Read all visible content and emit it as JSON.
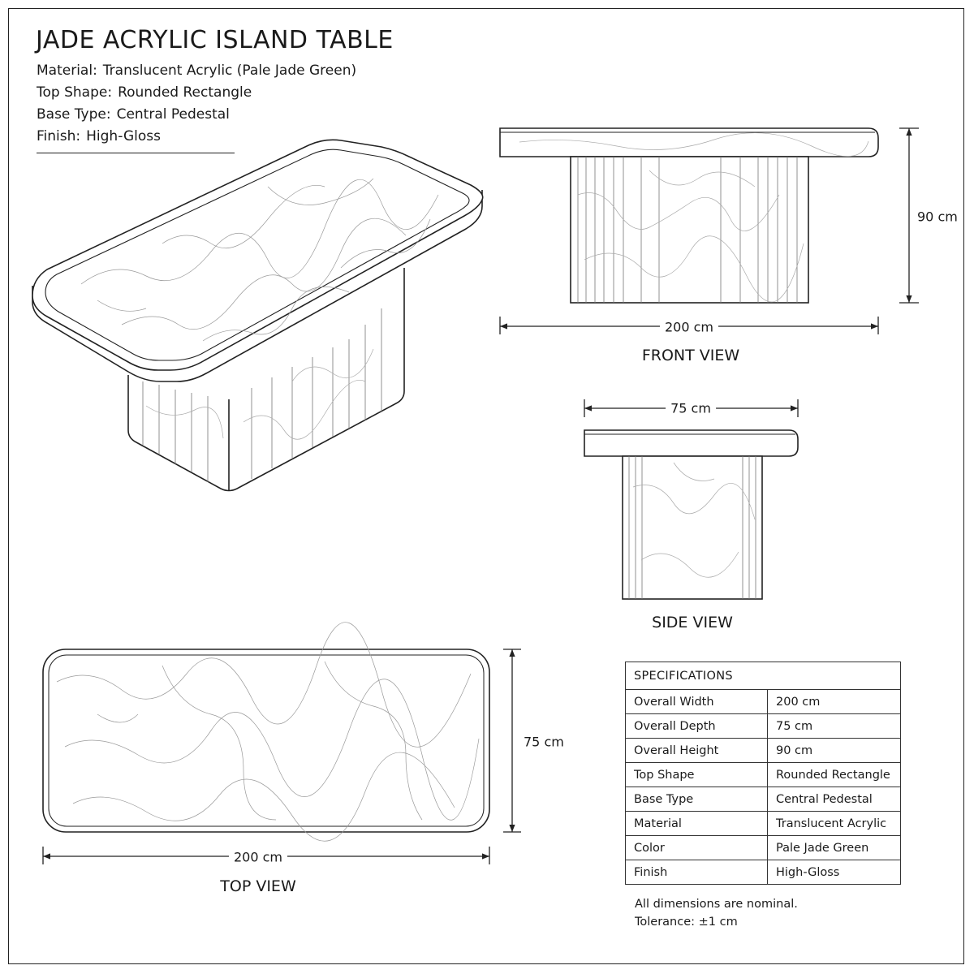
{
  "title": "JADE ACRYLIC ISLAND TABLE",
  "attributes": [
    {
      "key": "Material:",
      "value": "Translucent Acrylic (Pale Jade Green)"
    },
    {
      "key": "Top Shape:",
      "value": "Rounded Rectangle"
    },
    {
      "key": "Base Type:",
      "value": "Central Pedestal"
    },
    {
      "key": "Finish:",
      "value": "High-Gloss"
    }
  ],
  "views": {
    "front": {
      "label": "FRONT VIEW",
      "width_dim": "200 cm",
      "height_dim": "90 cm"
    },
    "side": {
      "label": "SIDE VIEW",
      "depth_dim": "75 cm"
    },
    "top": {
      "label": "TOP VIEW",
      "width_dim": "200 cm",
      "depth_dim": "75 cm"
    }
  },
  "specifications": {
    "heading": "SPECIFICATIONS",
    "rows": [
      {
        "key": "Overall Width",
        "value": "200 cm"
      },
      {
        "key": "Overall Depth",
        "value": "75 cm"
      },
      {
        "key": "Overall Height",
        "value": "90 cm"
      },
      {
        "key": "Top Shape",
        "value": "Rounded Rectangle"
      },
      {
        "key": "Base Type",
        "value": "Central Pedestal"
      },
      {
        "key": "Material",
        "value": "Translucent Acrylic"
      },
      {
        "key": "Color",
        "value": "Pale Jade Green"
      },
      {
        "key": "Finish",
        "value": "High-Gloss"
      }
    ]
  },
  "notes": [
    "All dimensions are nominal.",
    "Tolerance: ±1 cm"
  ],
  "colors": {
    "line": "#222222",
    "vein": "#9a9a9a",
    "background": "#ffffff"
  }
}
